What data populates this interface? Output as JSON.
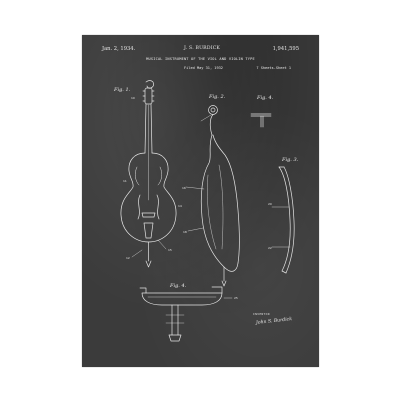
{
  "patent": {
    "date": "Jan. 2, 1934.",
    "inventor_header": "J. S. BURDICK",
    "number": "1,941,595",
    "title": "MUSICAL INSTRUMENT OF THE VIOL AND VIOLIN TYPE",
    "filed": "Filed May 31, 1932",
    "sheets": "7 Sheets-Sheet 1"
  },
  "figures": {
    "fig1": "Fig. 1.",
    "fig2": "Fig. 2.",
    "fig3": "Fig. 3.",
    "fig4": "Fig. 4."
  },
  "inventor_block": {
    "label": "INVENTOR",
    "signature": "John S. Burdick"
  },
  "colors": {
    "board": "#3b3b3b",
    "ink": "#e8e8e8",
    "frame": "#ffffff"
  }
}
